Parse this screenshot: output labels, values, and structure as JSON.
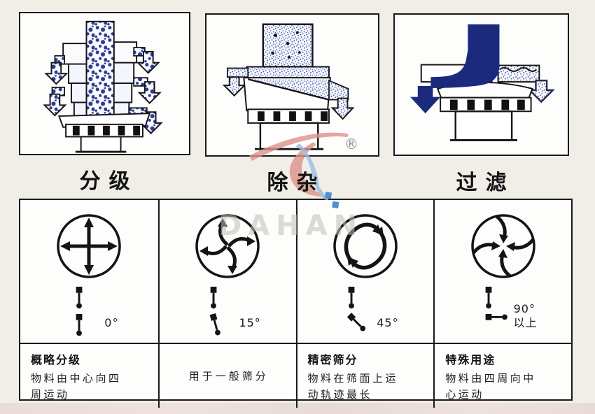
{
  "panels": [
    {
      "label": "分级",
      "icon": "multi-deck-classifying-sieve-diagram"
    },
    {
      "label": "除杂",
      "icon": "impurity-removal-sieve-diagram"
    },
    {
      "label": "过滤",
      "icon": "filtration-sieve-diagram"
    }
  ],
  "watermark": {
    "brand": "DAHAN",
    "registered": "®"
  },
  "modes": {
    "columns": [
      {
        "angle": "0°",
        "motion_icon": "cross-arrows-icon",
        "weights_icon": "weights-phase-0-icon",
        "title": "概略分级",
        "desc": "物料由中心向四\n周运动"
      },
      {
        "angle": "15°",
        "motion_icon": "swirl-outward-icon",
        "weights_icon": "weights-phase-15-icon",
        "title": "",
        "desc": "用于一般筛分"
      },
      {
        "angle": "45°",
        "motion_icon": "spiral-arrows-icon",
        "weights_icon": "weights-phase-45-icon",
        "title": "精密筛分",
        "desc": "物料在筛面上运\n动轨迹最长"
      },
      {
        "angle": "90°\n以上",
        "motion_icon": "converge-arrows-icon",
        "weights_icon": "weights-phase-90-icon",
        "title": "特殊用途",
        "desc": "物料由四周向中\n心运动"
      }
    ]
  },
  "colors": {
    "line_black": "#1a1a1a",
    "particle_blue": "#2c3c96",
    "filtrate_navy": "#1b2a7d",
    "watermark_red": "#dd9188",
    "watermark_blue": "#9fc0e2",
    "watermark_squares": "#4e8fd0"
  }
}
